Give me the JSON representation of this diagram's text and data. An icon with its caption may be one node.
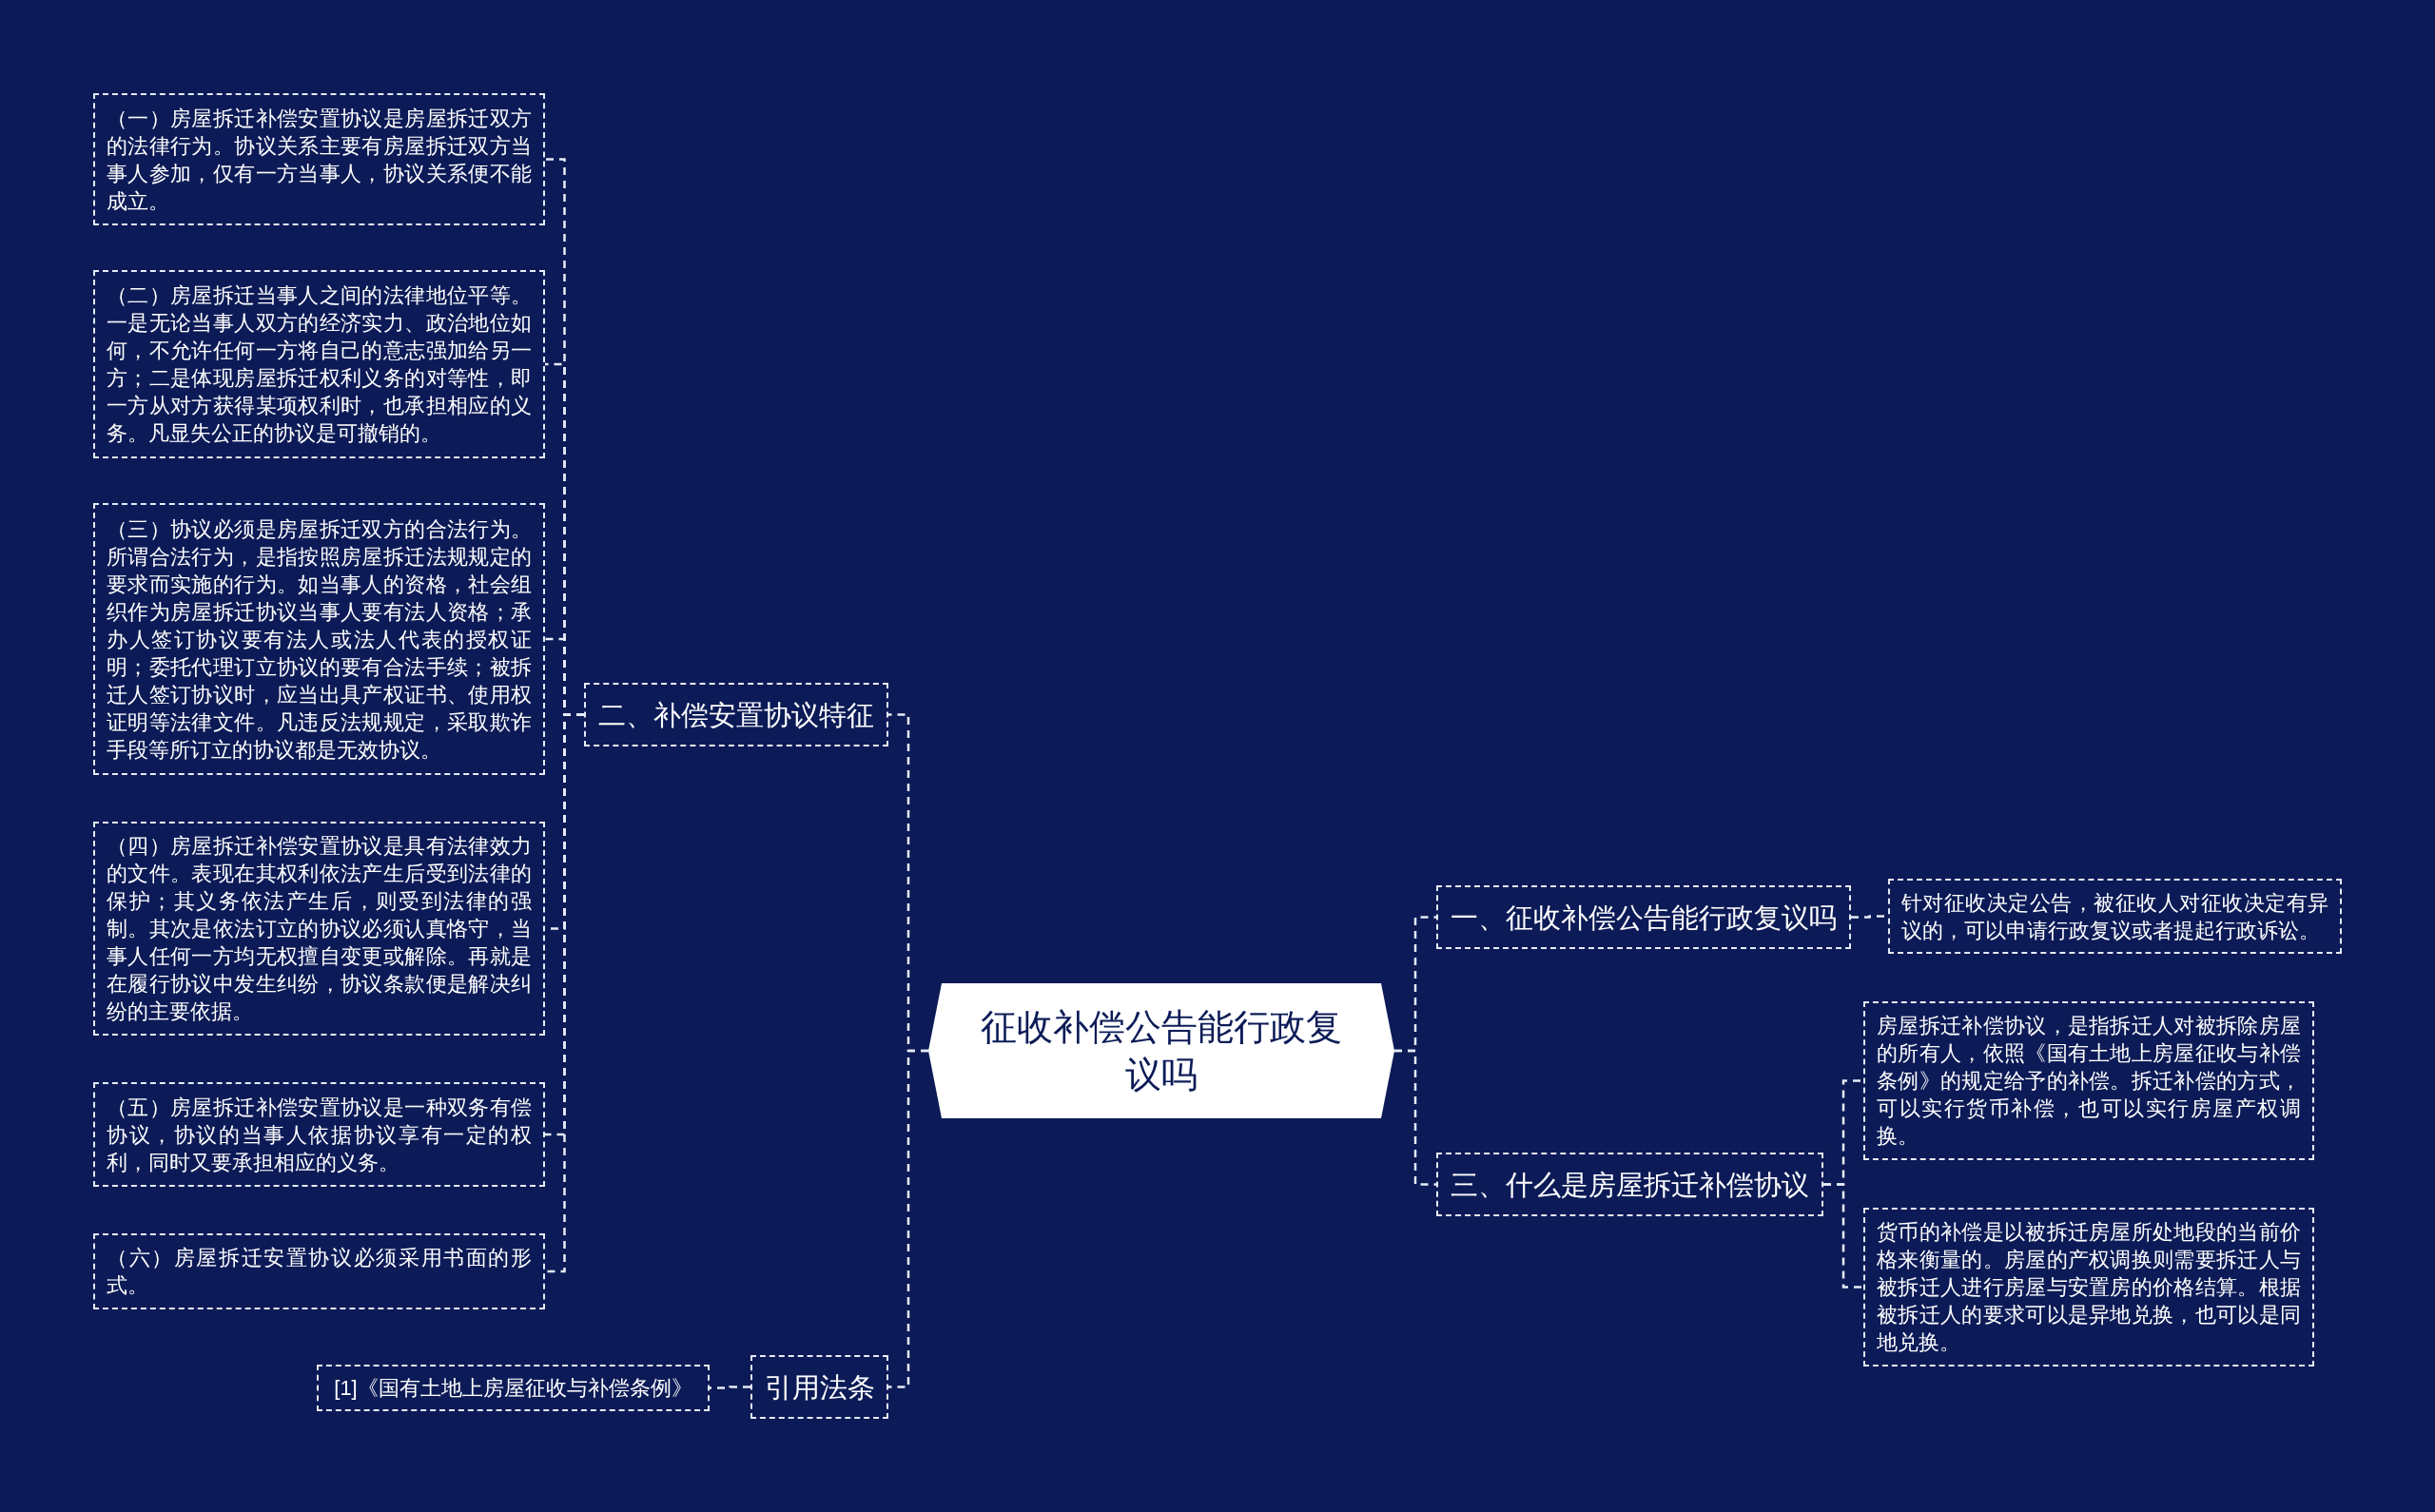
{
  "diagram": {
    "nodes": [
      {
        "text": [
          "征收补偿公告能行政复议吗"
        ]
      },
      {
        "text": [
          "二、补偿安置协议特征"
        ]
      },
      {
        "text": [
          "（一）房屋拆迁补偿安置协议是房屋拆迁双方的法律行为。协议关系主要有房屋拆迁双方当事人参加，仅有一方当事人，协议关系便不能成立。"
        ]
      },
      {
        "text": [
          "（二）房屋拆迁当事人之间的法律地位平等。一是无论当事人双方的经济实力、政治地位如何，不允许任何一方将自己的意志强加给另一方；二是体现房屋拆迁权利义务的对等性，即一方从对方获得某项权利时，也承担相应的义务。凡显失公正的协议是可撤销的。"
        ]
      },
      {
        "text": [
          "（三）协议必须是房屋拆迁双方的合法行为。所谓合法行为，是指按照房屋拆迁法规规定的要求而实施的行为。如当事人的资格，社会组织作为房屋拆迁协议当事人要有法人资格；承办人签订协议要有法人或法人代表的授权证明；委托代理订立协议的要有合法手续；被拆迁人签订协议时，应当出具产权证书、使用权证明等法律文件。凡违反法规规定，采取欺诈手段等所订立的协议都是无效协议。"
        ]
      },
      {
        "text": [
          "（四）房屋拆迁补偿安置协议是具有法律效力的文件。表现在其权利依法产生后受到法律的保护；其义务依法产生后，则受到法律的强制。其次是依法订立的协议必须认真恪守，当事人任何一方均无权擅自变更或解除。再就是在履行协议中发生纠纷，协议条款便是解决纠纷的主要依据。"
        ]
      },
      {
        "text": [
          "（五）房屋拆迁补偿安置协议是一种双务有偿协议，协议的当事人依据协议享有一定的权利，同时又要承担相应的义务。"
        ]
      },
      {
        "text": [
          "（六）房屋拆迁安置协议必须采用书面的形式。"
        ]
      },
      {
        "text": [
          "引用法条"
        ]
      },
      {
        "text": [
          "[1]《国有土地上房屋征收与补偿条例》"
        ]
      },
      {
        "text": [
          "一、征收补偿公告能行政复议吗"
        ]
      },
      {
        "text": [
          "针对征收决定公告，被征收人对征收决定有异议的，可以申请行政复议或者提起行政诉讼。"
        ]
      },
      {
        "text": [
          "三、什么是房屋拆迁补偿协议"
        ]
      },
      {
        "text": [
          "房屋拆迁补偿协议，是指拆迁人对被拆除房屋的所有人，依照《国有土地上房屋征收与补偿条例》的规定给予的补偿。拆迁补偿的方式，可以实行货币补偿，也可以实行房屋产权调换。"
        ]
      },
      {
        "text": [
          "货币的补偿是以被拆迁房屋所处地段的当前价格来衡量的。房屋的产权调换则需要拆迁人与被拆迁人进行房屋与安置房的价格结算。根据被拆迁人的要求可以是异地兑换，也可以是同地兑换。"
        ]
      }
    ],
    "edges": [
      {
        "from": 0,
        "to": 1,
        "arrow": "none"
      },
      {
        "from": 1,
        "to": 2,
        "arrow": "none"
      },
      {
        "from": 1,
        "to": 3,
        "arrow": "none"
      },
      {
        "from": 1,
        "to": 4,
        "arrow": "none"
      },
      {
        "from": 1,
        "to": 5,
        "arrow": "none"
      },
      {
        "from": 1,
        "to": 6,
        "arrow": "none"
      },
      {
        "from": 1,
        "to": 7,
        "arrow": "none"
      },
      {
        "from": 0,
        "to": 8,
        "arrow": "none"
      },
      {
        "from": 8,
        "to": 9,
        "arrow": "none"
      },
      {
        "from": 0,
        "to": 10,
        "arrow": "none"
      },
      {
        "from": 10,
        "to": 11,
        "arrow": "none"
      },
      {
        "from": 0,
        "to": 12,
        "arrow": "none"
      },
      {
        "from": 12,
        "to": 13,
        "arrow": "none"
      },
      {
        "from": 12,
        "to": 14,
        "arrow": "none"
      }
    ]
  }
}
